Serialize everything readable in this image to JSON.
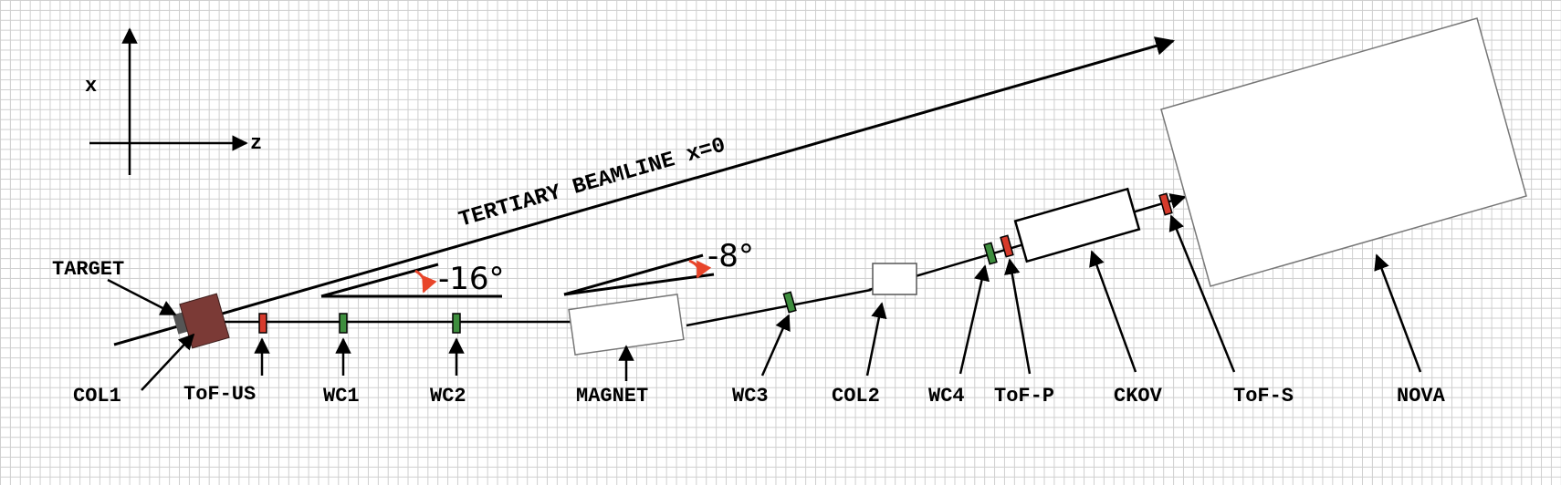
{
  "axes": {
    "x_label": "x",
    "z_label": "z"
  },
  "beamline": {
    "title": "TERTIARY BEAMLINE x=0"
  },
  "angles": {
    "target_angle": "-16°",
    "magnet_angle": "-8°"
  },
  "labels": {
    "target": "TARGET",
    "col1": "COL1",
    "tof_us": "ToF-US",
    "wc1": "WC1",
    "wc2": "WC2",
    "magnet": "MAGNET",
    "wc3": "WC3",
    "col2": "COL2",
    "wc4": "WC4",
    "tof_p": "ToF-P",
    "ckov": "CKOV",
    "tof_s": "ToF-S",
    "nova": "NOVA"
  },
  "colors": {
    "target": "#7b3a36",
    "collimator": "#555555",
    "tof": "#d63a2b",
    "wire_chamber": "#3e8e3e",
    "angle_arrow": "#e8452a",
    "grid": "#cfcfcf"
  }
}
